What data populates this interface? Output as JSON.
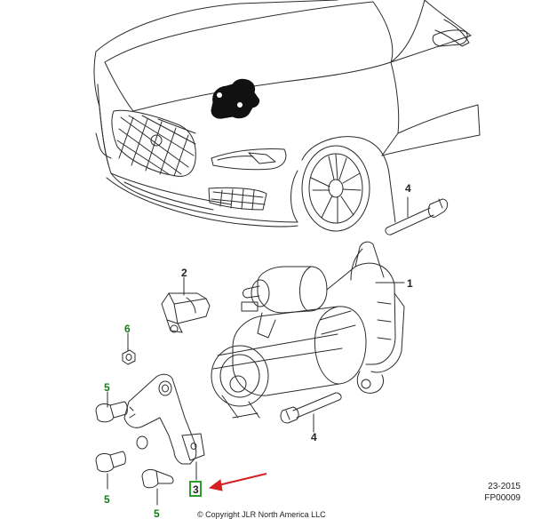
{
  "callouts": {
    "c1": "1",
    "c2": "2",
    "c3": "3",
    "c4a": "4",
    "c4b": "4",
    "c5a": "5",
    "c5b": "5",
    "c5c": "5",
    "c6": "6"
  },
  "reference": {
    "date": "23-2015",
    "code": "FP00009"
  },
  "footer": "© Copyright JLR North America LLC",
  "colors": {
    "line": "#2b2b2b",
    "callout_green": "#1a7a1a",
    "highlight_green": "#2a9d2a",
    "arrow_red": "#d42020"
  }
}
